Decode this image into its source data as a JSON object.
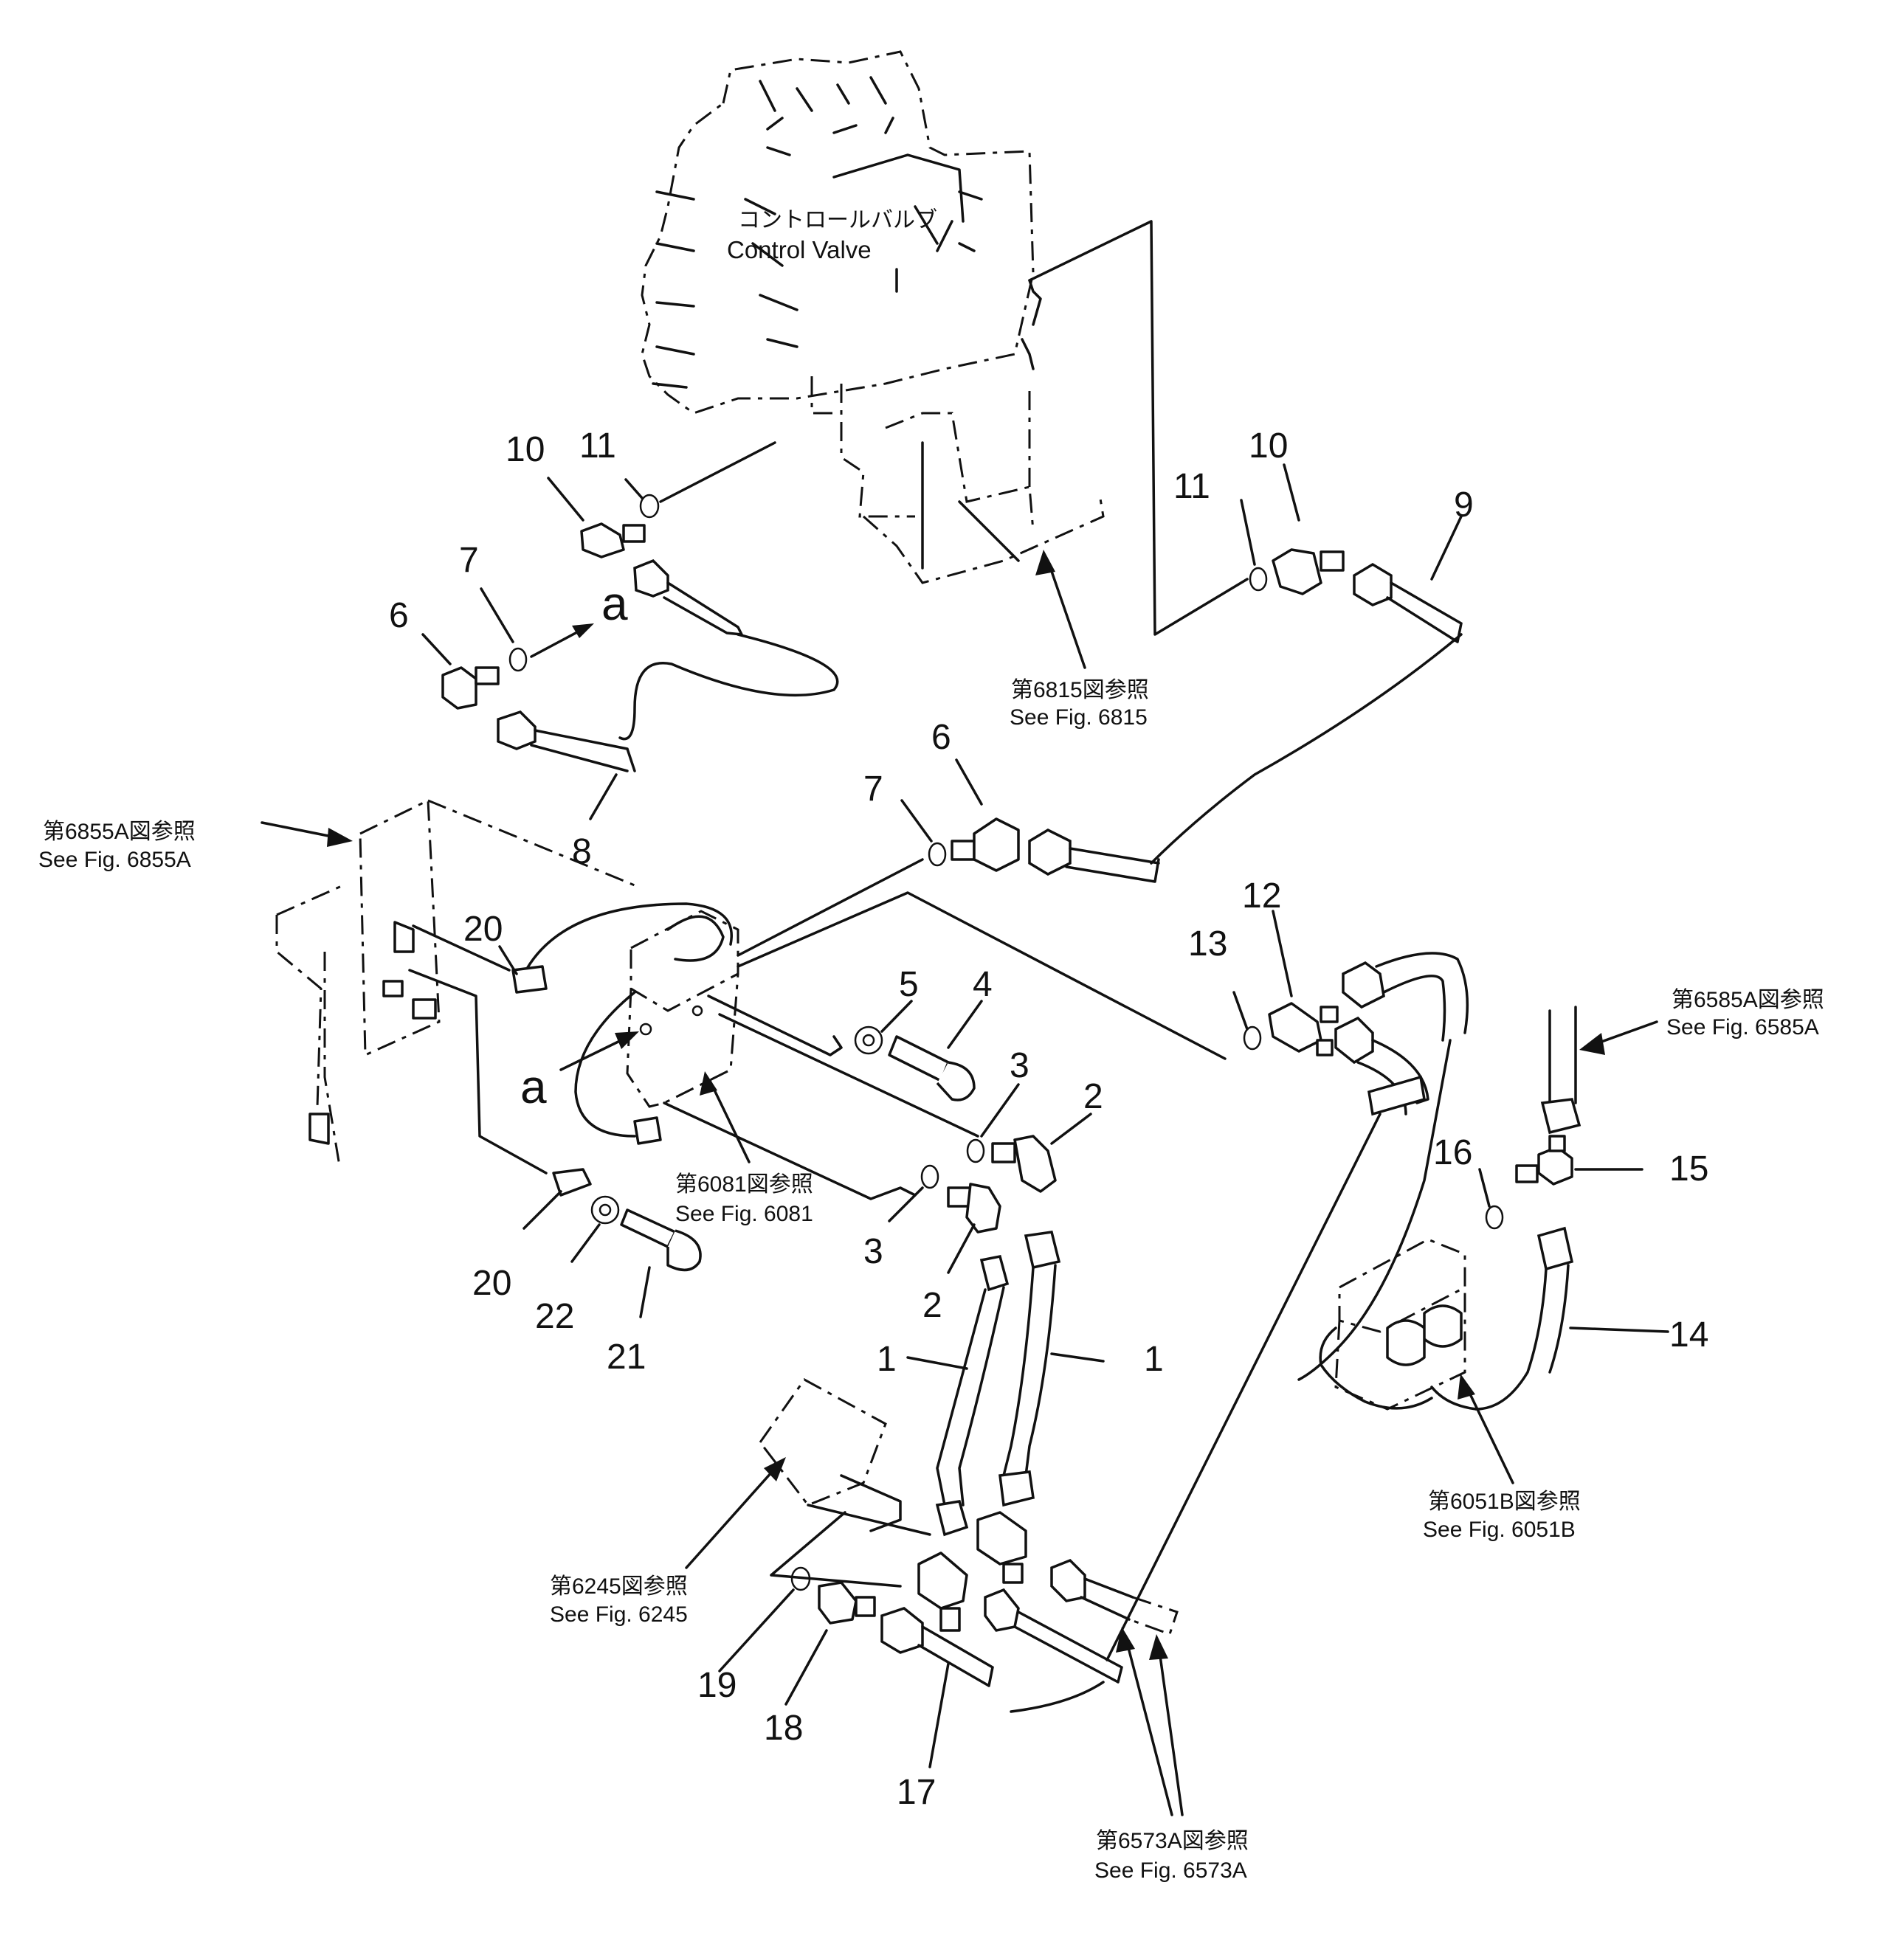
{
  "title": {
    "jp": "コントロールバルブ",
    "en": "Control Valve"
  },
  "marker_letter": "a",
  "references": [
    {
      "id": "6815",
      "jp": "第6815図参照",
      "en": "See Fig. 6815"
    },
    {
      "id": "6855A",
      "jp": "第6855A図参照",
      "en": "See Fig. 6855A"
    },
    {
      "id": "6081",
      "jp": "第6081図参照",
      "en": "See Fig. 6081"
    },
    {
      "id": "6585A",
      "jp": "第6585A図参照",
      "en": "See Fig. 6585A"
    },
    {
      "id": "6051B",
      "jp": "第6051B図参照",
      "en": "See Fig. 6051B"
    },
    {
      "id": "6245",
      "jp": "第6245図参照",
      "en": "See Fig. 6245"
    },
    {
      "id": "6573A",
      "jp": "第6573A図参照",
      "en": "See Fig. 6573A"
    }
  ],
  "callouts": [
    "11",
    "10",
    "7",
    "6",
    "8",
    "11",
    "10",
    "9",
    "7",
    "6",
    "20",
    "5",
    "4",
    "3",
    "2",
    "3",
    "2",
    "20",
    "22",
    "21",
    "1",
    "1",
    "13",
    "12",
    "16",
    "15",
    "14",
    "19",
    "18",
    "17"
  ]
}
